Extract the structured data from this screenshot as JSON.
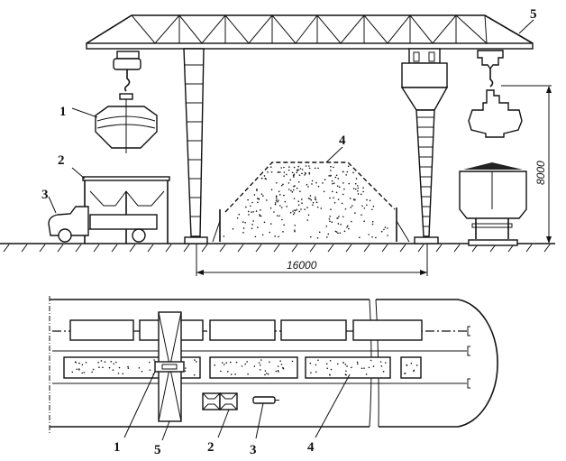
{
  "elevation": {
    "labels": {
      "magnet": "1",
      "shed": "2",
      "truck": "3",
      "stockpile": "4",
      "gantry_crane": "5"
    },
    "dimensions": {
      "height": "8000",
      "span": "16000"
    }
  },
  "plan": {
    "labels": {
      "magnet": "1",
      "gantry_crane": "5",
      "shed": "2",
      "truck": "3",
      "stockpile": "4"
    }
  }
}
